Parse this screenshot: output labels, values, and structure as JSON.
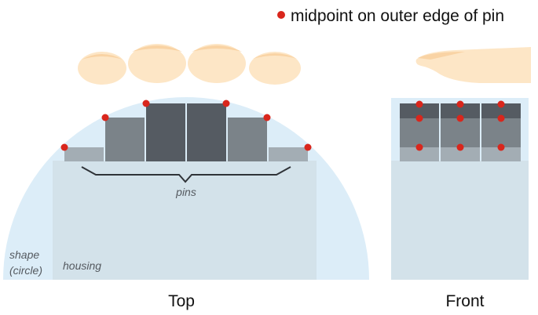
{
  "legend": {
    "marker_color": "#d9261c",
    "label": "midpoint on outer edge of pin"
  },
  "top_view": {
    "title": "Top",
    "shape_label_line1": "shape",
    "shape_label_line2": "(circle)",
    "housing_label": "housing",
    "pins_label": "pins"
  },
  "front_view": {
    "title": "Front"
  },
  "colors": {
    "shape_fill": "#dcedf8",
    "housing_fill": "#d3e2ea",
    "pin_outer": "#a3adb4",
    "pin_middle": "#7b8389",
    "pin_inner": "#555b62",
    "finger": "#fde6c6",
    "nail": "#f9d3a4",
    "marker": "#d9261c"
  }
}
